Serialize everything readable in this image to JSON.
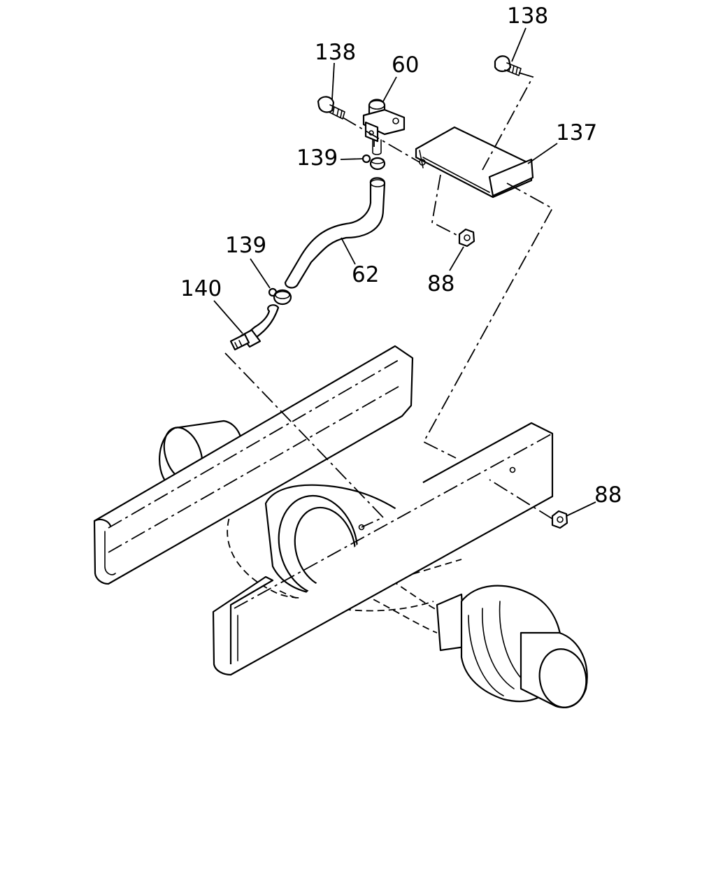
{
  "diagram": {
    "callouts": [
      {
        "id": "138-top-right",
        "text": "138"
      },
      {
        "id": "138-left",
        "text": "138"
      },
      {
        "id": "60",
        "text": "60"
      },
      {
        "id": "137",
        "text": "137"
      },
      {
        "id": "139-upper",
        "text": "139"
      },
      {
        "id": "62",
        "text": "62"
      },
      {
        "id": "88-upper",
        "text": "88"
      },
      {
        "id": "139-lower",
        "text": "139"
      },
      {
        "id": "140",
        "text": "140"
      },
      {
        "id": "88-lower",
        "text": "88"
      }
    ]
  }
}
